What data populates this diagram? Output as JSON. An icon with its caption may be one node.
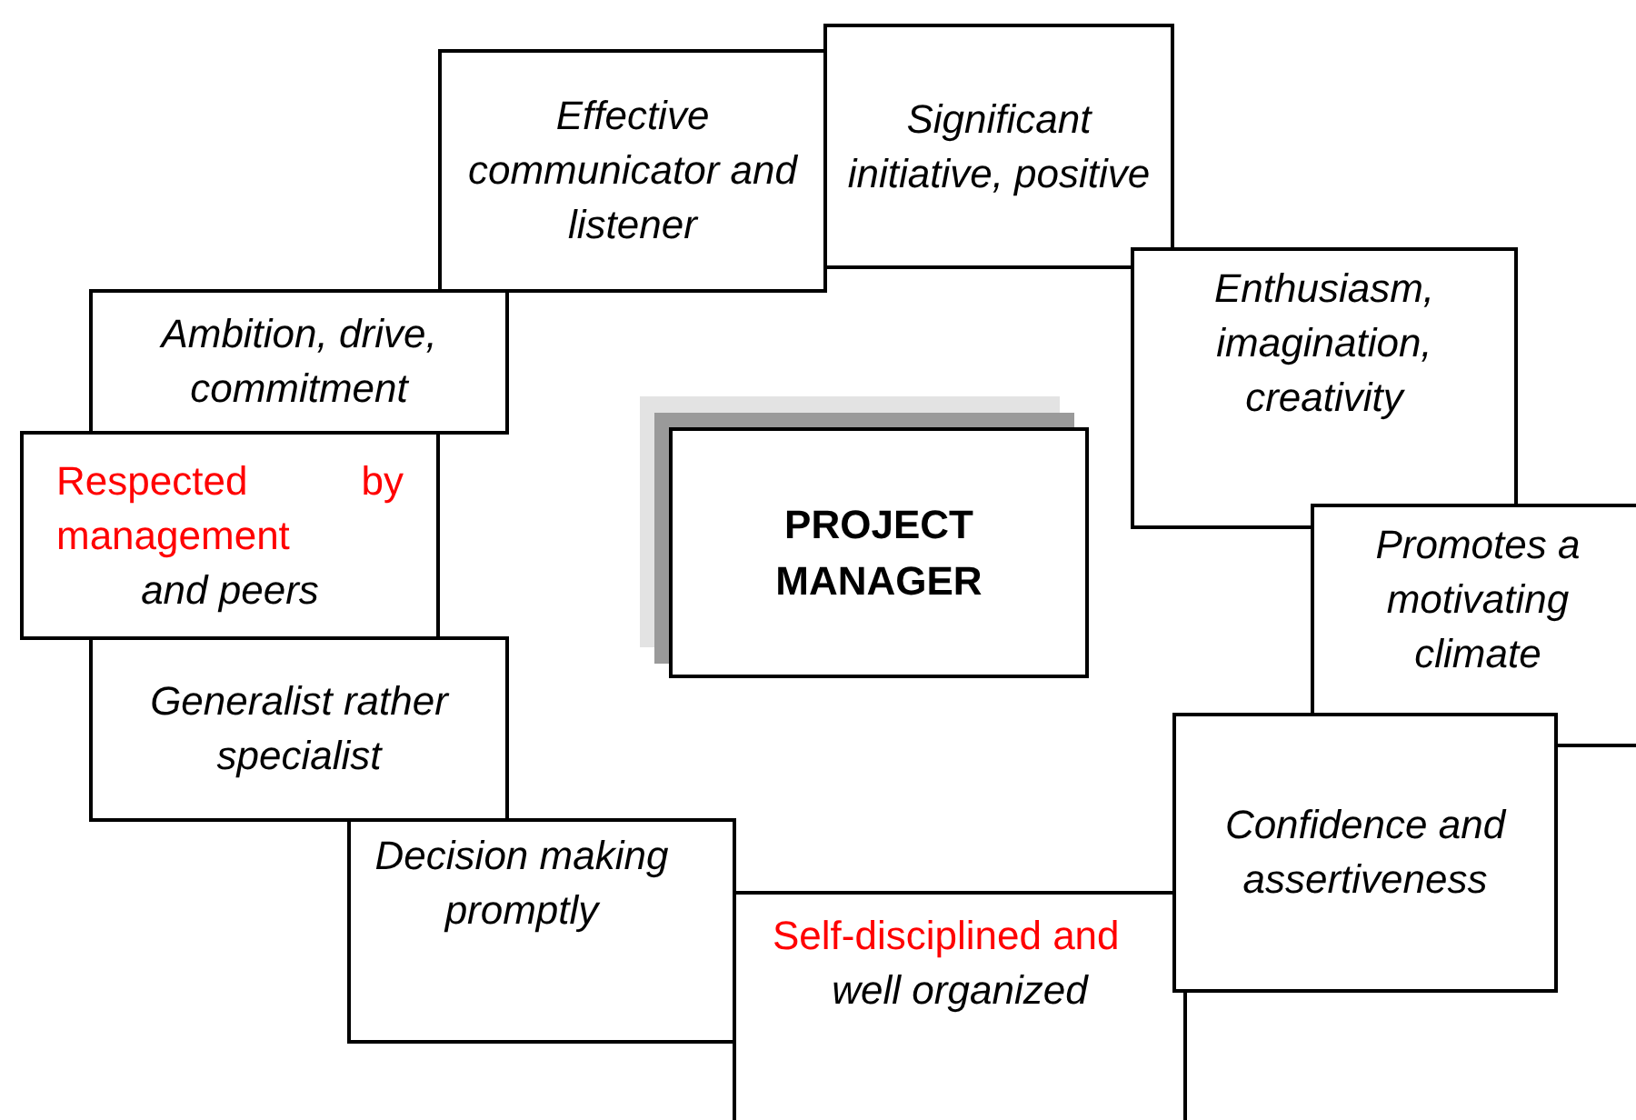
{
  "diagram": {
    "nodes": [
      {
        "text": [
          "Effective communicator and listener"
        ]
      },
      {
        "text": [
          "Significant initiative, positive"
        ]
      },
      {
        "text": [
          "Ambition, drive, commitment"
        ]
      },
      {
        "text": [
          "Enthusiasm, imagination, creativity"
        ]
      },
      {
        "text": [
          "Respected by management",
          "and peers"
        ]
      },
      {
        "text": [
          "PROJECT MANAGER"
        ]
      },
      {
        "text": [
          "Promotes a motivating climate"
        ]
      },
      {
        "text": [
          "Generalist rather specialist"
        ]
      },
      {
        "text": [
          "Confidence and assertiveness"
        ]
      },
      {
        "text": [
          "Decision making promptly"
        ]
      },
      {
        "text": [
          "Self-disciplined and",
          "well organized"
        ]
      }
    ]
  }
}
